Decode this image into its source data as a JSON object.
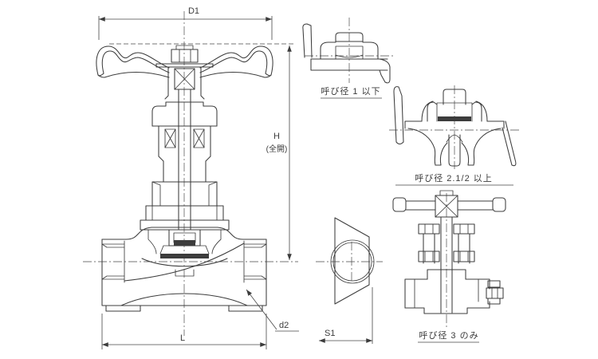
{
  "colors": {
    "background": "#ffffff",
    "line": "#3c3c3c"
  },
  "main_view": {
    "dim_diameter": "D1",
    "dim_height": "H",
    "dim_height_note": "(全開)",
    "dim_face_to_face": "L",
    "dim_bore": "d2"
  },
  "end_view": {
    "dim_across_flats": "S1"
  },
  "detail_views": [
    {
      "caption": "呼び径 1 以下"
    },
    {
      "caption": "呼び径 2.1/2 以上"
    },
    {
      "caption": "呼び径 3 のみ"
    }
  ]
}
